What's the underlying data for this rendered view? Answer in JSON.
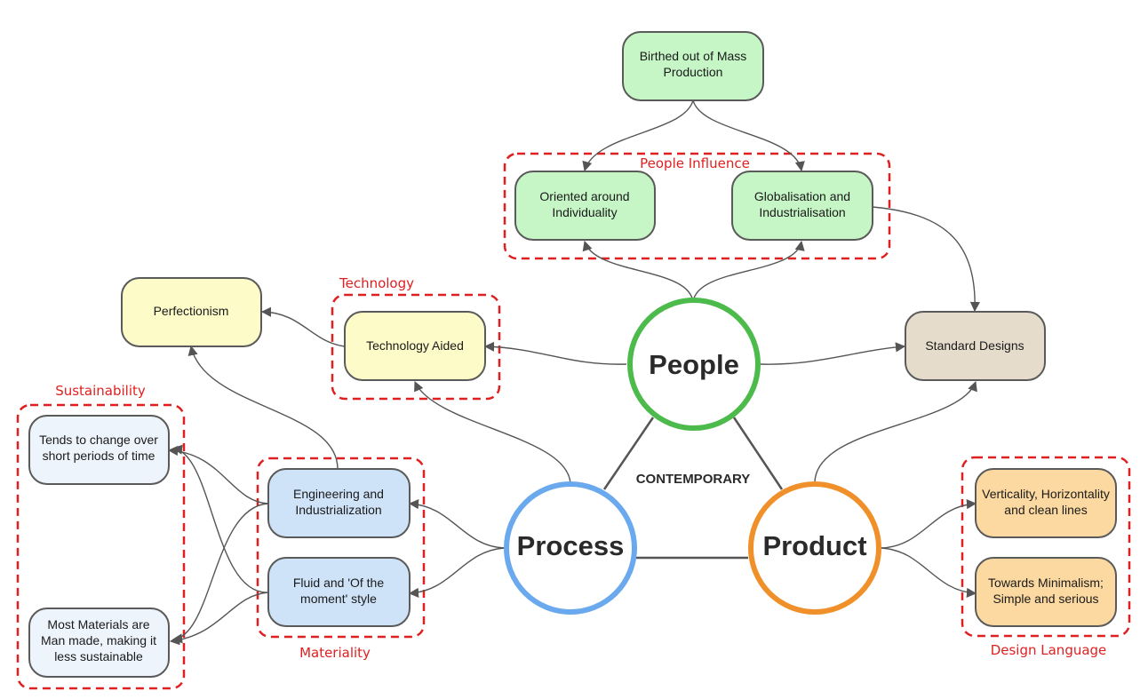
{
  "center_label": "CONTEMPORARY",
  "hubs": {
    "people": {
      "label": "People",
      "color": "#4cbb4c"
    },
    "process": {
      "label": "Process",
      "color": "#6aa9ee"
    },
    "product": {
      "label": "Product",
      "color": "#f0902a"
    }
  },
  "groups": {
    "people_influence": "People Influence",
    "technology": "Technology",
    "sustainability": "Sustainability",
    "materiality": "Materiality",
    "design_language": "Design Language"
  },
  "nodes": {
    "mass_production": [
      "Birthed out of Mass",
      "Production"
    ],
    "individuality": [
      "Oriented around",
      "Individuality"
    ],
    "globalisation": [
      "Globalisation and",
      "Industrialisation"
    ],
    "perfectionism": [
      "Perfectionism"
    ],
    "technology_aided": [
      "Technology Aided"
    ],
    "standard_designs": [
      "Standard Designs"
    ],
    "change_over_time": [
      "Tends to change over",
      "short periods of time"
    ],
    "man_made": [
      "Most Materials are",
      "Man made, making it",
      "less sustainable"
    ],
    "engineering": [
      "Engineering and",
      "Industrialization"
    ],
    "fluid_style": [
      "Fluid and 'Of the",
      "moment' style"
    ],
    "verticality": [
      "Verticality, Horizontality",
      "and clean lines"
    ],
    "minimalism": [
      "Towards Minimalism;",
      "Simple and serious"
    ]
  },
  "colors": {
    "green_fill": "#c6f5c6",
    "yellow_fill": "#fdfbc8",
    "blue_fill": "#cfe3f8",
    "light_blue_fill": "#eef4fc",
    "tan_fill": "#e6dccc",
    "orange_fill": "#fcd9a0",
    "group_border": "#e02020",
    "edge": "#555555"
  }
}
